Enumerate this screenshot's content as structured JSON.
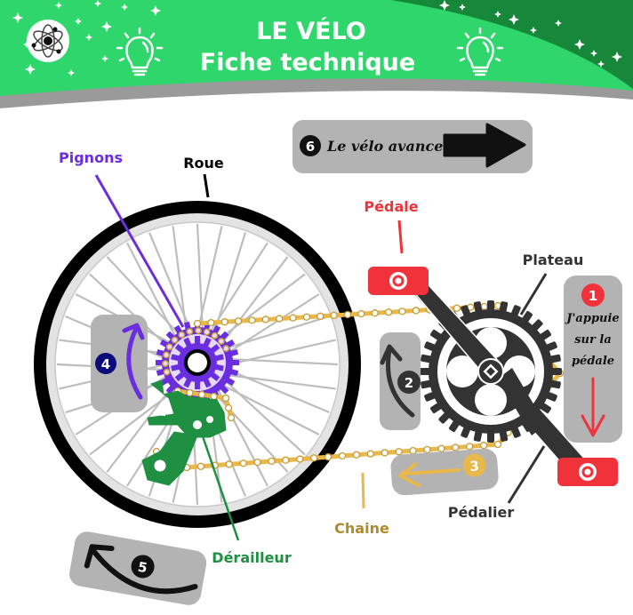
{
  "header": {
    "title_line1": "LE VÉLO",
    "title_line2": "Fiche technique",
    "icons": [
      "atom-icon",
      "lightbulb-icon",
      "lightbulb-icon",
      "stars-decoration"
    ]
  },
  "colors": {
    "header_green": "#2ed66b",
    "header_dark_green": "#17873a",
    "header_gray": "#9a9a9a",
    "step_box_gray": "#b3b3b3",
    "pignons_purple": "#6a2ee0",
    "pedale_red": "#f0333a",
    "chaine_gold": "#e8b84a",
    "chaine_label": "#b08a2e",
    "derailleur_green": "#1f8f42",
    "crank_dark": "#333333",
    "step4_navy": "#0a0a7a"
  },
  "labels": {
    "pignons": "Pignons",
    "roue": "Roue",
    "pedale": "Pédale",
    "plateau": "Plateau",
    "chaine": "Chaine",
    "pedalier": "Pédalier",
    "derailleur": "Dérailleur"
  },
  "steps": [
    {
      "number": "1",
      "text_lines": [
        "J'appuie",
        "sur la",
        "pédale"
      ],
      "arrow": "down"
    },
    {
      "number": "2",
      "text_lines": [],
      "arrow": "rotate-ccw"
    },
    {
      "number": "3",
      "text_lines": [],
      "arrow": "left"
    },
    {
      "number": "4",
      "text_lines": [],
      "arrow": "rotate-cw"
    },
    {
      "number": "5",
      "text_lines": [],
      "arrow": "rotate-ccw"
    },
    {
      "number": "6",
      "text_lines": [
        "Le vélo avance"
      ],
      "arrow": "right"
    }
  ]
}
